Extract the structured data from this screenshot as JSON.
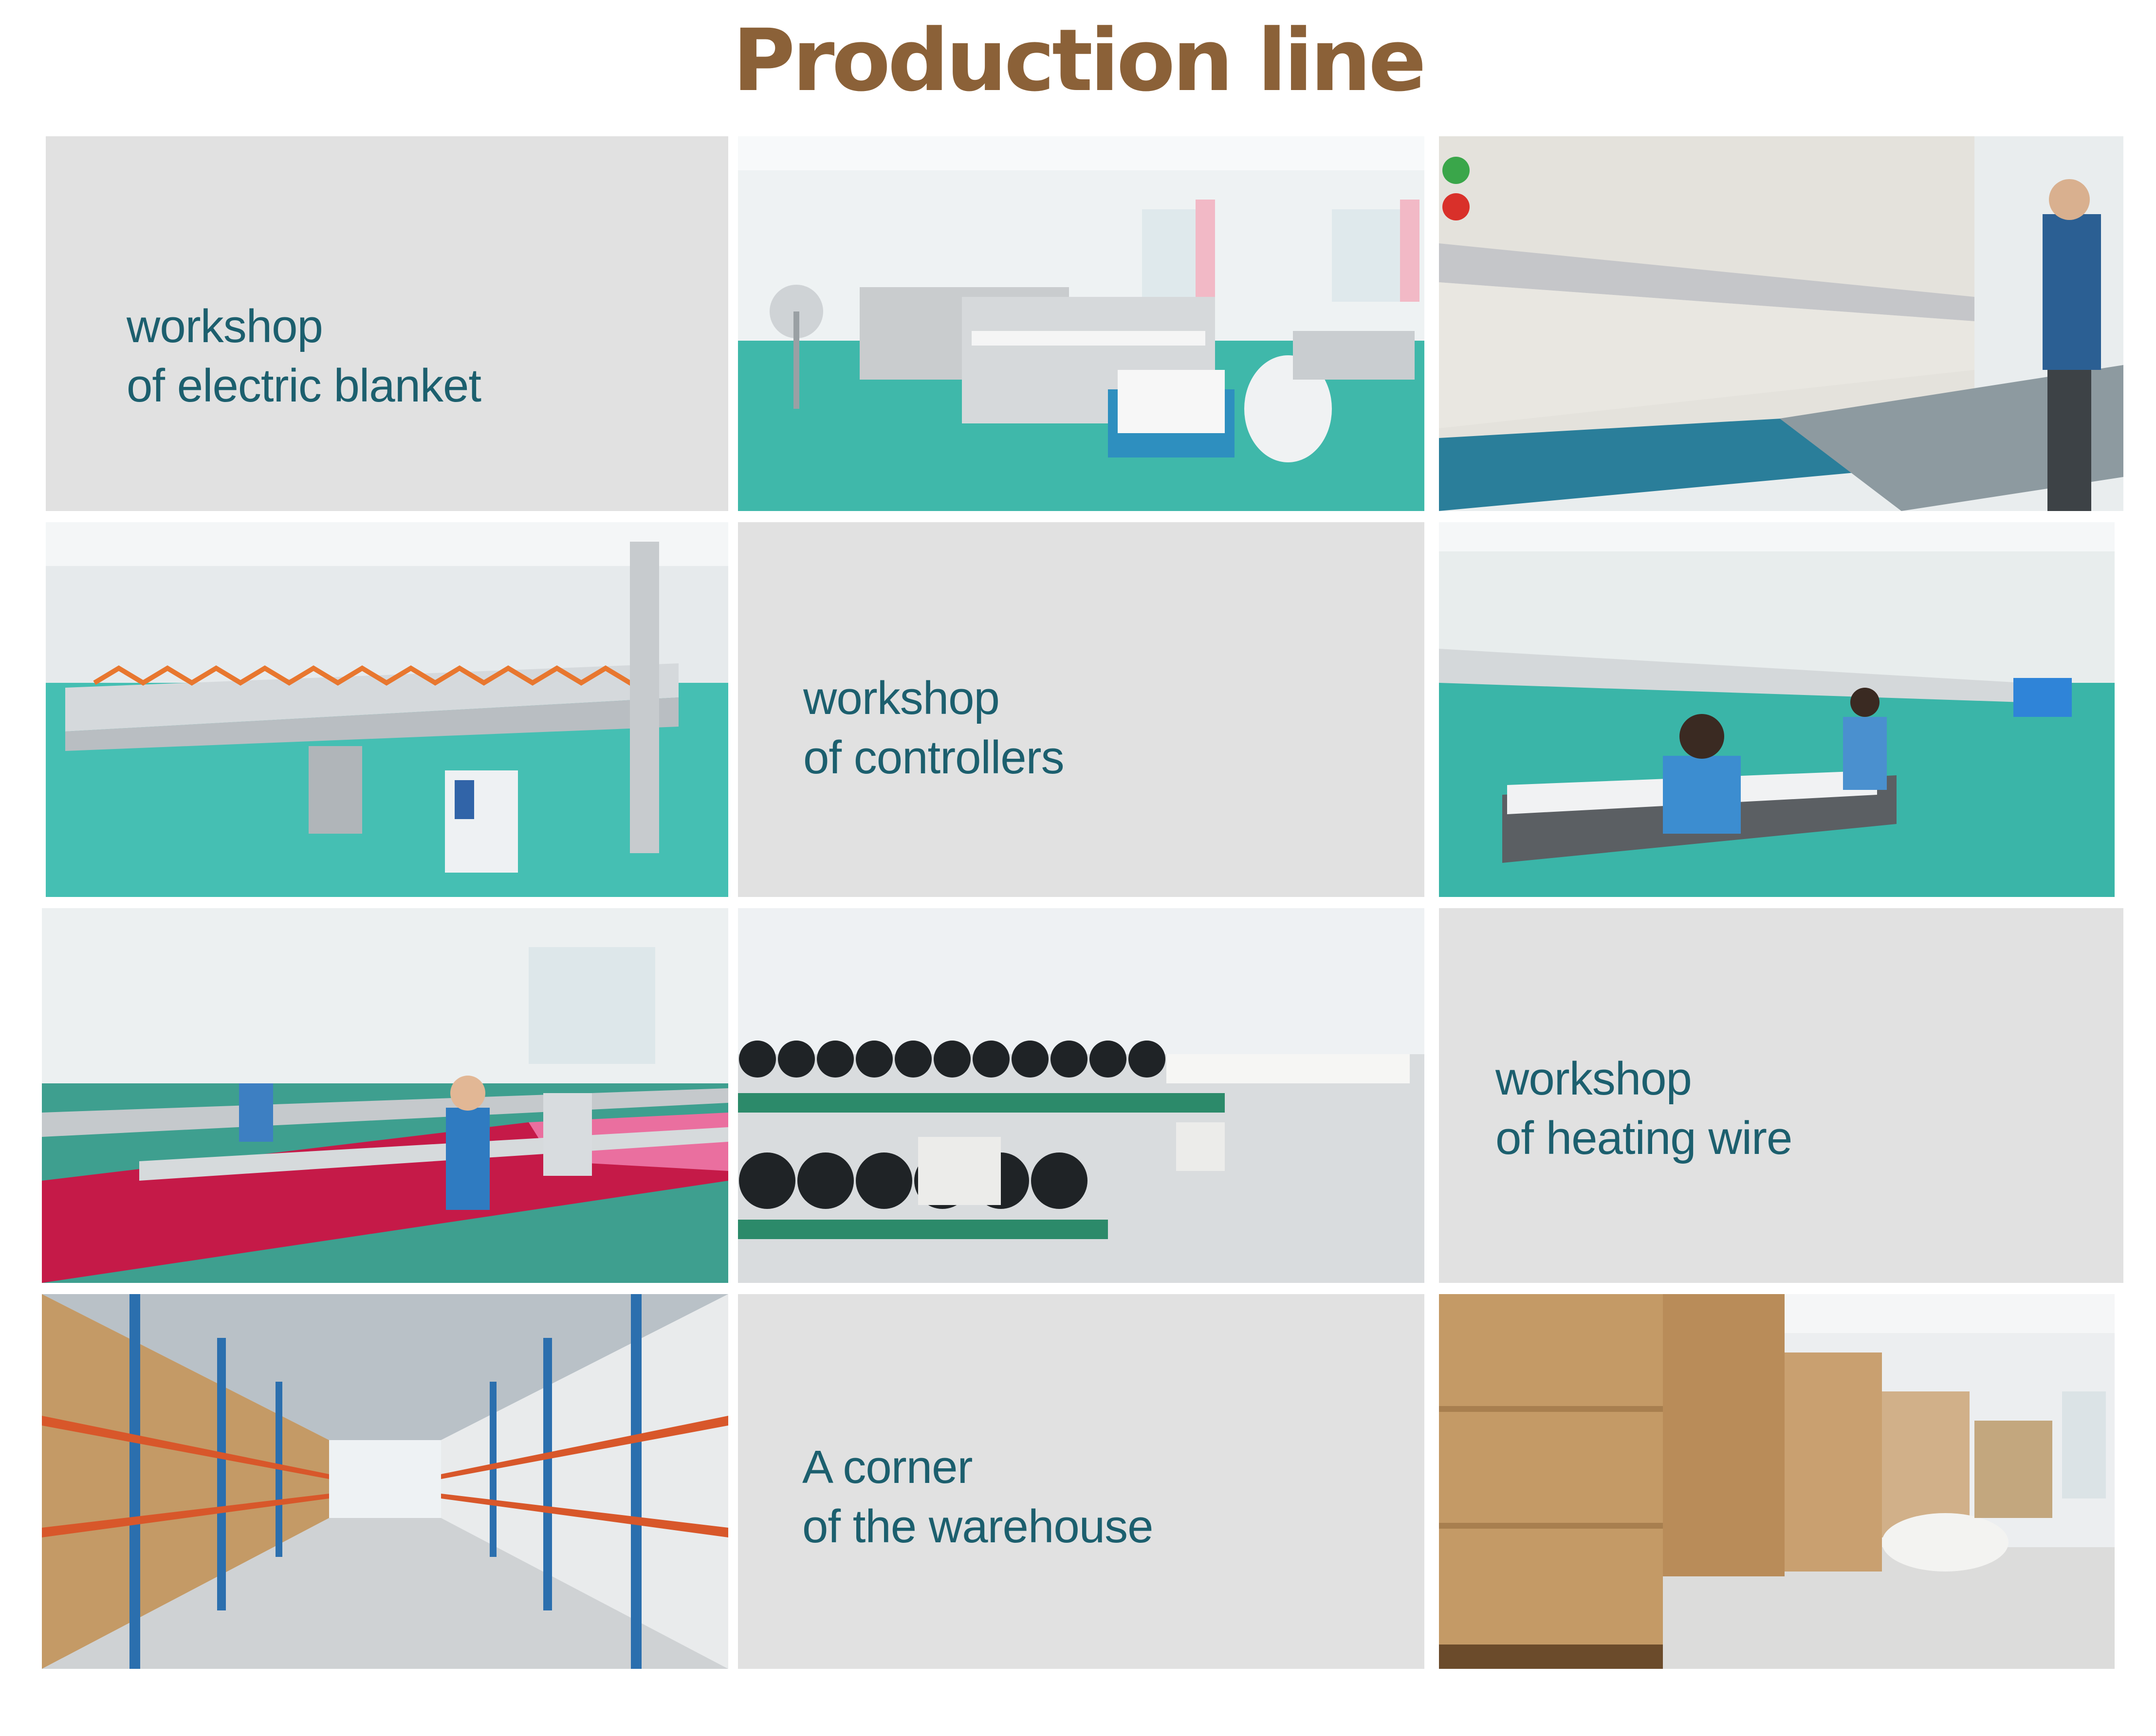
{
  "title": "Production line",
  "colors": {
    "title": "#8b6138",
    "label_text": "#1c5f6e",
    "panel_bg": "#e1e1e1",
    "floor_teal": "#3fb8aa",
    "wall": "#eef2f3",
    "cardboard": "#c49a66"
  },
  "grid": [
    {
      "type": "label",
      "lines": [
        "workshop",
        "of electric blanket"
      ]
    },
    {
      "type": "photo",
      "scene": "quilting-machines-factory-floor"
    },
    {
      "type": "photo",
      "scene": "quilting-machine-closeup-worker"
    },
    {
      "type": "photo",
      "scene": "assembly-line-with-orange-cables"
    },
    {
      "type": "label",
      "lines": [
        "workshop",
        "of controllers"
      ]
    },
    {
      "type": "photo",
      "scene": "workers-at-controller-benches"
    },
    {
      "type": "photo",
      "scene": "workers-at-red-fabric-line"
    },
    {
      "type": "photo",
      "scene": "heating-wire-spool-machines"
    },
    {
      "type": "label",
      "lines": [
        "workshop",
        "of heating wire"
      ]
    },
    {
      "type": "photo",
      "scene": "warehouse-racks-aisle"
    },
    {
      "type": "label",
      "lines": [
        "A corner",
        "of the warehouse"
      ]
    },
    {
      "type": "photo",
      "scene": "warehouse-cardboard-boxes"
    }
  ]
}
